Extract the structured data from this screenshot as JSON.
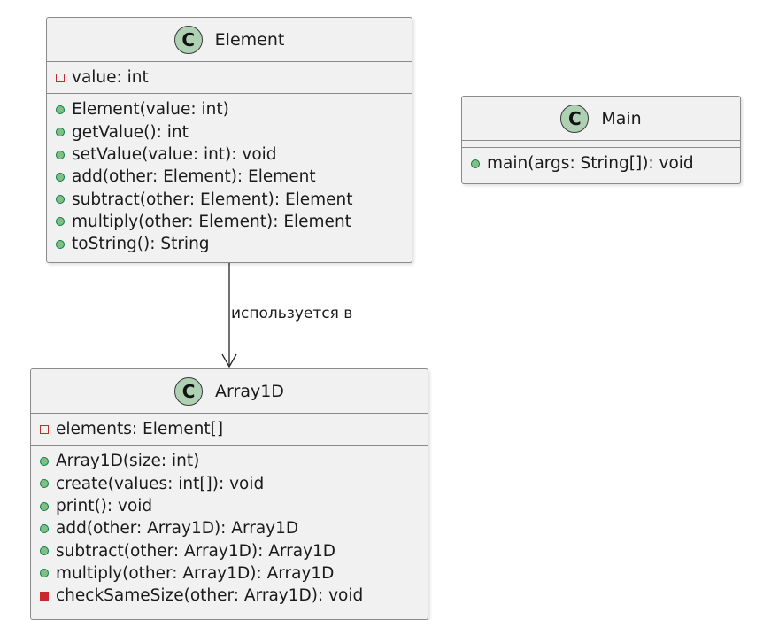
{
  "classes": {
    "element": {
      "stereotype_glyph": "C",
      "name": "Element",
      "fields": [
        {
          "visibility": "private",
          "text": "value: int"
        }
      ],
      "methods": [
        {
          "visibility": "public",
          "text": "Element(value: int)"
        },
        {
          "visibility": "public",
          "text": "getValue(): int"
        },
        {
          "visibility": "public",
          "text": "setValue(value: int): void"
        },
        {
          "visibility": "public",
          "text": "add(other: Element): Element"
        },
        {
          "visibility": "public",
          "text": "subtract(other: Element): Element"
        },
        {
          "visibility": "public",
          "text": "multiply(other: Element): Element"
        },
        {
          "visibility": "public",
          "text": "toString(): String"
        }
      ]
    },
    "main": {
      "stereotype_glyph": "C",
      "name": "Main",
      "fields": [],
      "methods": [
        {
          "visibility": "public",
          "text": "main(args: String[]): void"
        }
      ]
    },
    "array1d": {
      "stereotype_glyph": "C",
      "name": "Array1D",
      "fields": [
        {
          "visibility": "private",
          "text": "elements: Element[]"
        }
      ],
      "methods": [
        {
          "visibility": "public",
          "text": "Array1D(size: int)"
        },
        {
          "visibility": "public",
          "text": "create(values: int[]): void"
        },
        {
          "visibility": "public",
          "text": "print(): void"
        },
        {
          "visibility": "public",
          "text": "add(other: Array1D): Array1D"
        },
        {
          "visibility": "public",
          "text": "subtract(other: Array1D): Array1D"
        },
        {
          "visibility": "public",
          "text": "multiply(other: Array1D): Array1D"
        },
        {
          "visibility": "private",
          "text": "checkSameSize(other: Array1D): void"
        }
      ]
    }
  },
  "relations": [
    {
      "from": "Element",
      "to": "Array1D",
      "label": "используется в"
    }
  ],
  "colors": {
    "class_background": "#f1f1f1",
    "class_border": "#8a8a8a",
    "class_icon": "#add1b2",
    "public_marker": "#84be84",
    "private_marker": "#c82930",
    "edge": "#222222"
  }
}
